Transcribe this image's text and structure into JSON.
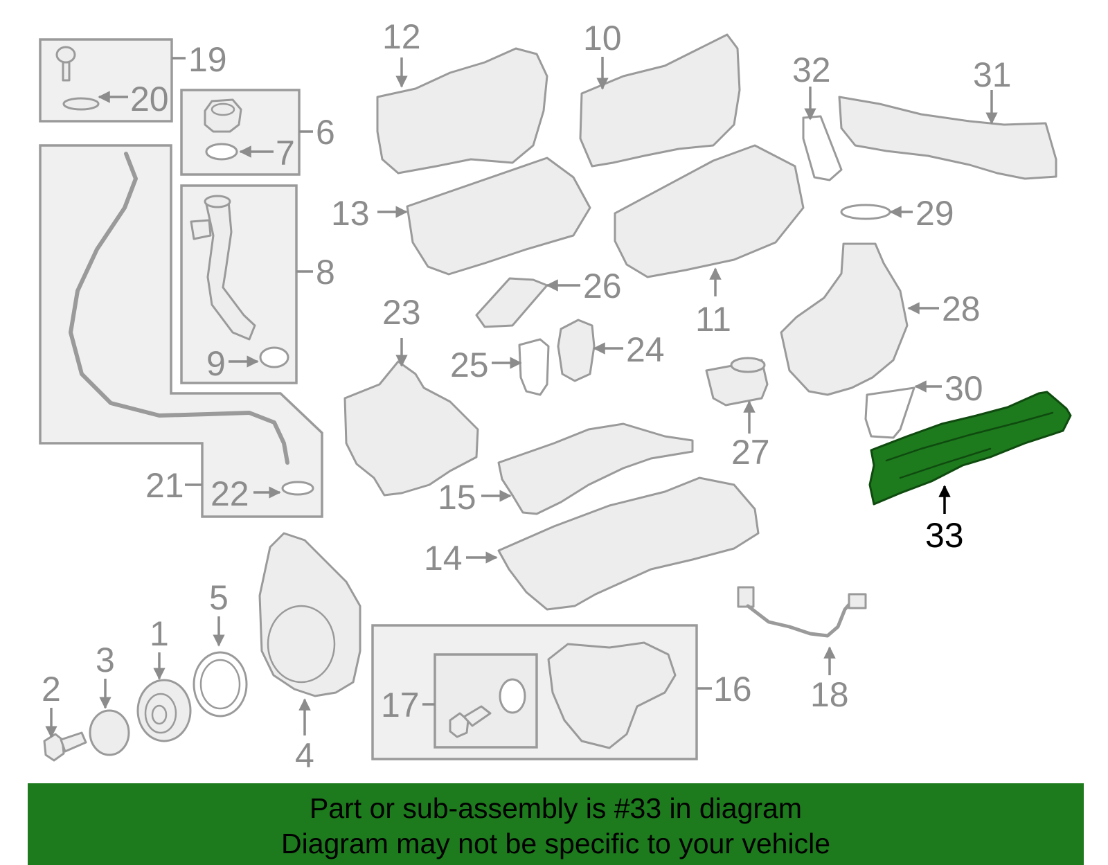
{
  "diagram": {
    "highlighted_part": "33",
    "highlight_color": "#1d7a1d",
    "callouts": [
      {
        "id": "c1",
        "label": "1"
      },
      {
        "id": "c2",
        "label": "2"
      },
      {
        "id": "c3",
        "label": "3"
      },
      {
        "id": "c4",
        "label": "4"
      },
      {
        "id": "c5",
        "label": "5"
      },
      {
        "id": "c6",
        "label": "6"
      },
      {
        "id": "c7",
        "label": "7"
      },
      {
        "id": "c8",
        "label": "8"
      },
      {
        "id": "c9",
        "label": "9"
      },
      {
        "id": "c10",
        "label": "10"
      },
      {
        "id": "c11",
        "label": "11"
      },
      {
        "id": "c12",
        "label": "12"
      },
      {
        "id": "c13",
        "label": "13"
      },
      {
        "id": "c14",
        "label": "14"
      },
      {
        "id": "c15",
        "label": "15"
      },
      {
        "id": "c16",
        "label": "16"
      },
      {
        "id": "c17",
        "label": "17"
      },
      {
        "id": "c18",
        "label": "18"
      },
      {
        "id": "c19",
        "label": "19"
      },
      {
        "id": "c20",
        "label": "20"
      },
      {
        "id": "c21",
        "label": "21"
      },
      {
        "id": "c22",
        "label": "22"
      },
      {
        "id": "c23",
        "label": "23"
      },
      {
        "id": "c24",
        "label": "24"
      },
      {
        "id": "c25",
        "label": "25"
      },
      {
        "id": "c26",
        "label": "26"
      },
      {
        "id": "c27",
        "label": "27"
      },
      {
        "id": "c28",
        "label": "28"
      },
      {
        "id": "c29",
        "label": "29"
      },
      {
        "id": "c30",
        "label": "30"
      },
      {
        "id": "c31",
        "label": "31"
      },
      {
        "id": "c32",
        "label": "32"
      },
      {
        "id": "c33",
        "label": "33"
      }
    ]
  },
  "banner": {
    "line1": "Part or sub-assembly is #33 in diagram",
    "line2": "Diagram may not be specific to your vehicle",
    "background": "#1d7a1d"
  }
}
